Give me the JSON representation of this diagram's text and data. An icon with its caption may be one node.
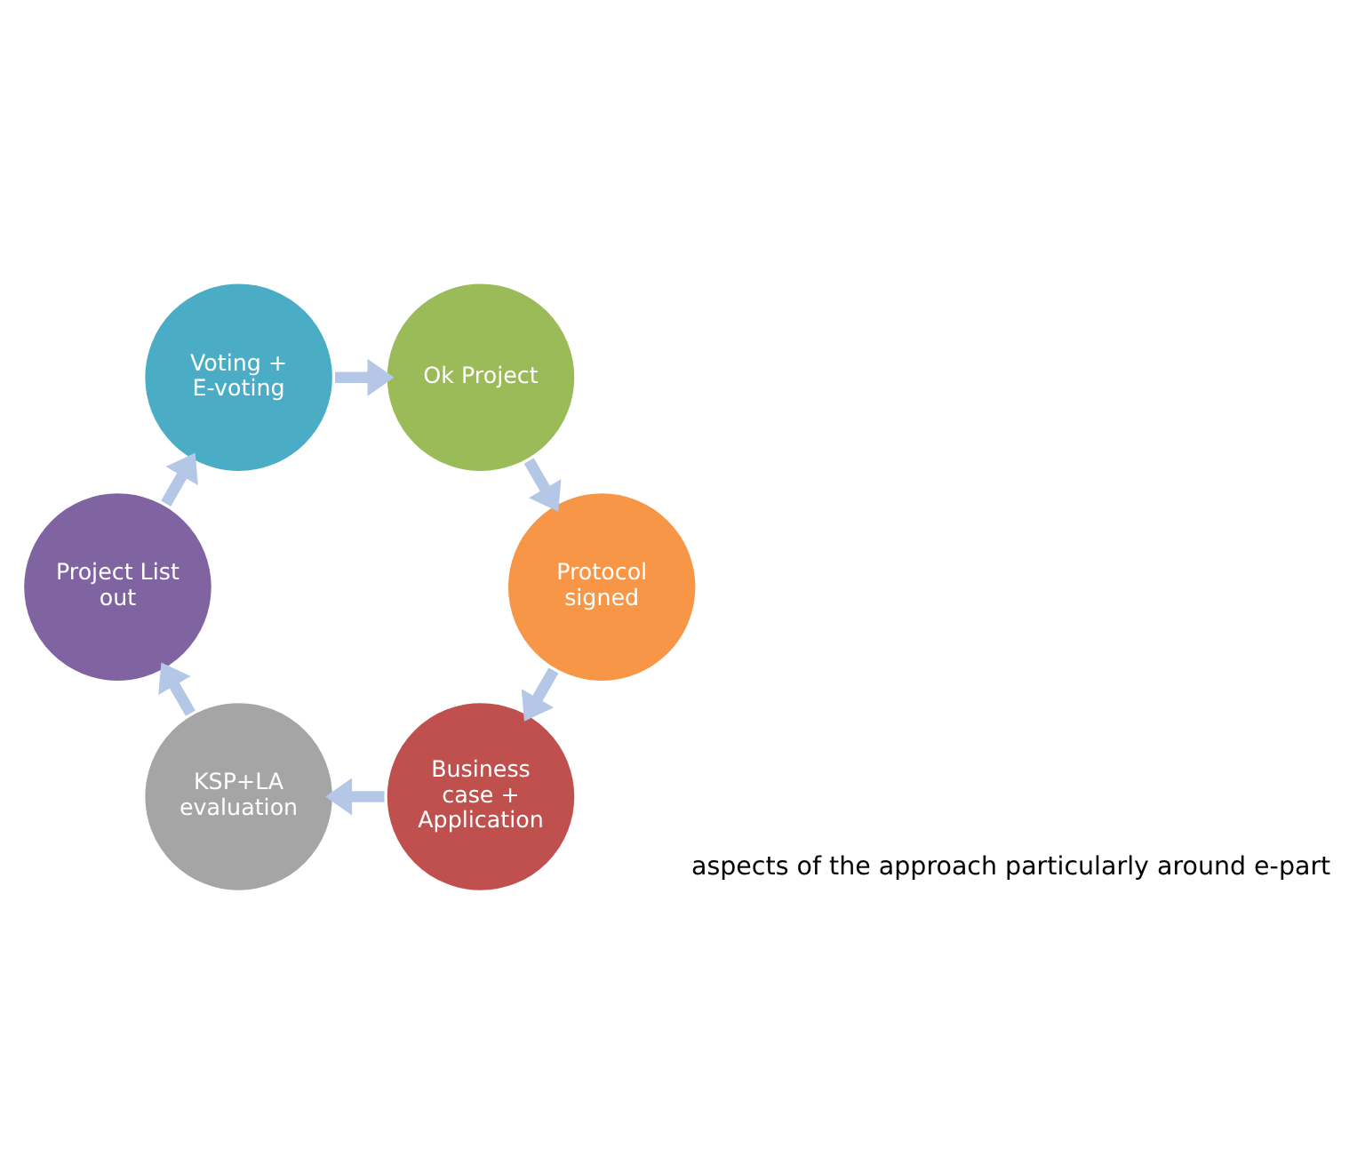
{
  "diagram": {
    "nodes": [
      {
        "text": [
          "Business case + Application"
        ]
      },
      {
        "text": [
          "KSP+LA evaluation"
        ]
      },
      {
        "text": [
          "Project List out"
        ]
      },
      {
        "text": [
          "Voting + E-voting"
        ]
      },
      {
        "text": [
          "Ok Project"
        ]
      },
      {
        "text": [
          "Protocol signed"
        ]
      }
    ],
    "edges": [
      {
        "from": 5,
        "to": 0,
        "arrow": "to"
      },
      {
        "from": 0,
        "to": 1,
        "arrow": "to"
      },
      {
        "from": 1,
        "to": 2,
        "arrow": "to"
      },
      {
        "from": 2,
        "to": 3,
        "arrow": "to"
      },
      {
        "from": 3,
        "to": 4,
        "arrow": "to"
      },
      {
        "from": 4,
        "to": 5,
        "arrow": "to"
      }
    ],
    "labels": [
      "aspects of the approach particularly around e-part"
    ]
  }
}
